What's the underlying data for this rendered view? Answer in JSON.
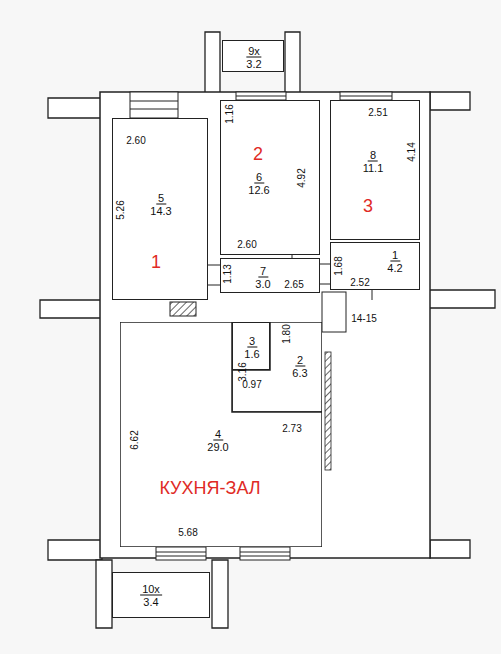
{
  "diagram": {
    "nodes": [
      {
        "text": [
          "9х",
          "3.2"
        ]
      },
      {
        "text": [
          "5",
          "14.3"
        ]
      },
      {
        "text": [
          "6",
          "12.6"
        ]
      },
      {
        "text": [
          "8",
          "11.1"
        ]
      },
      {
        "text": [
          "7",
          "3.0"
        ]
      },
      {
        "text": [
          "1",
          "4.2"
        ]
      },
      {
        "text": [
          "3",
          "1.6"
        ]
      },
      {
        "text": [
          "2",
          "6.3"
        ]
      },
      {
        "text": [
          "4",
          "29.0"
        ]
      },
      {
        "text": [
          "10х",
          "3.4"
        ]
      }
    ],
    "labels": [
      "2.60",
      "5.26",
      "1.16",
      "4.92",
      "2.60",
      "2.51",
      "4.14",
      "1.68",
      "2.52",
      "1.13",
      "2.65",
      "14-15",
      "1.80",
      "3.16",
      "0.97",
      "2.73",
      "6.62",
      "5.68",
      "1",
      "2",
      "3",
      "КУХНЯ-ЗАЛ"
    ]
  }
}
